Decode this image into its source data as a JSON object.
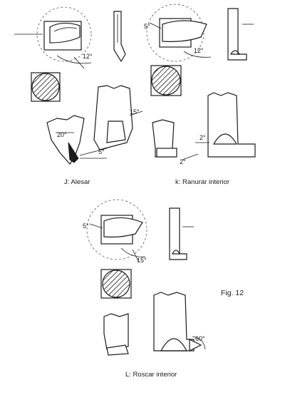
{
  "figure": {
    "label": "Fig. 12",
    "colors": {
      "ink": "#1a1a1a",
      "paper": "#ffffff"
    }
  },
  "panel_j": {
    "caption": "J: Alesar",
    "angle_top": "12°",
    "angle_side": "20°",
    "angle_tip": "5°"
  },
  "panel_k": {
    "caption": "k: Ranurar interior",
    "angle_top_left": "5°",
    "angle_top_right": "12°",
    "angle_mid": "15°",
    "angle_right_upper": "2°",
    "angle_right_lower": "2°"
  },
  "panel_l": {
    "caption": "L: Roscar interior",
    "angle_top_left": "5°",
    "angle_top_bottom": "15°",
    "angle_thread": "60°"
  }
}
